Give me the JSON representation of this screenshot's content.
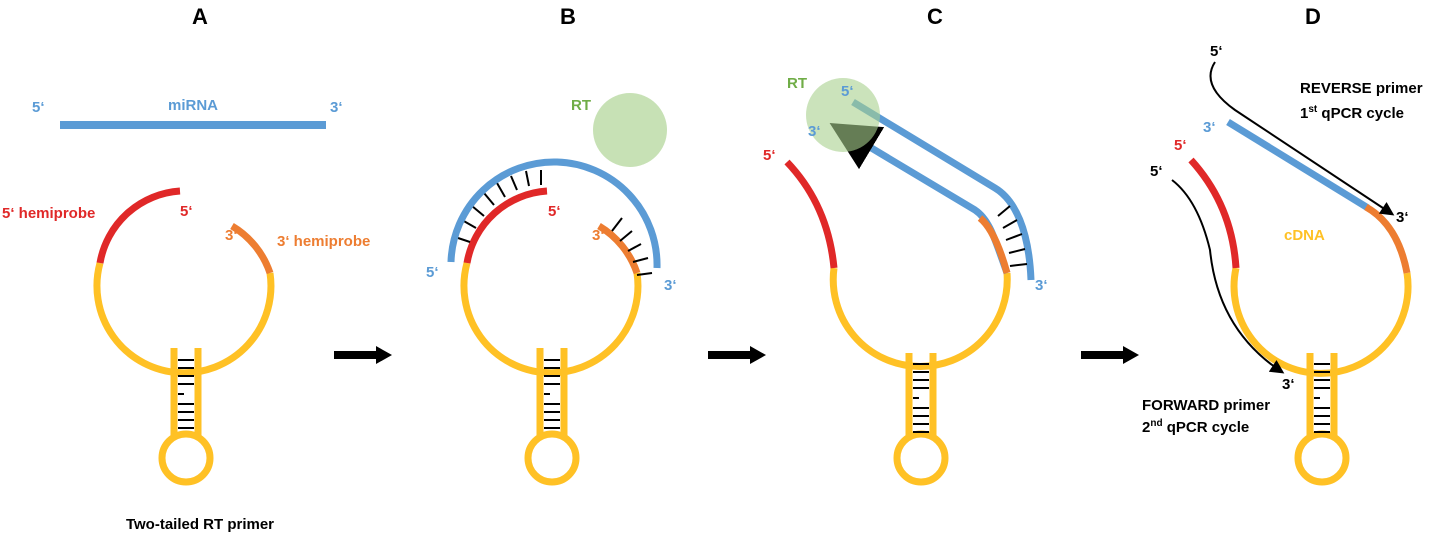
{
  "colors": {
    "mirna": "#5B9BD5",
    "hemiprobe5": "#E02828",
    "hemiprobe3": "#ED7D31",
    "stem_loop": "#FFC125",
    "rt_enzyme": "#A9D18E",
    "rt_label": "#70AD47",
    "black": "#000000"
  },
  "icons": [
    "arrow-right-icon"
  ],
  "panels": {
    "a": {
      "title": "A",
      "mirna_label": "miRNA",
      "five_prime": "5‘",
      "three_prime": "3‘",
      "hemiprobe5_end": "5‘",
      "hemiprobe5_label": "5‘ hemiprobe",
      "hemiprobe3_end": "3‘",
      "hemiprobe3_label": "3‘ hemiprobe",
      "caption": "Two-tailed RT primer"
    },
    "b": {
      "title": "B",
      "rt_label": "RT",
      "five_prime": "5‘",
      "three_prime": "3‘",
      "hemiprobe5_end": "5‘",
      "hemiprobe3_end": "3‘"
    },
    "c": {
      "title": "C",
      "rt_label": "RT",
      "five_prime": "5‘",
      "three_prime": "3‘",
      "three_prime_end": "3‘",
      "hemiprobe5_end": "5‘"
    },
    "d": {
      "title": "D",
      "cdna_label": "cDNA",
      "reverse_5": "5‘",
      "reverse_3": "3‘",
      "reverse_primer": "REVERSE primer",
      "reverse_cycle_num": "1",
      "reverse_cycle_sup": "st",
      "reverse_cycle_text": " qPCR cycle",
      "forward_5": "5‘",
      "forward_3": "3‘",
      "forward_primer": "FORWARD primer",
      "forward_cycle_num": "2",
      "forward_cycle_sup": "nd",
      "forward_cycle_text": " qPCR cycle",
      "hemiprobe5_end": "5‘",
      "mirna_3": "3‘"
    }
  }
}
